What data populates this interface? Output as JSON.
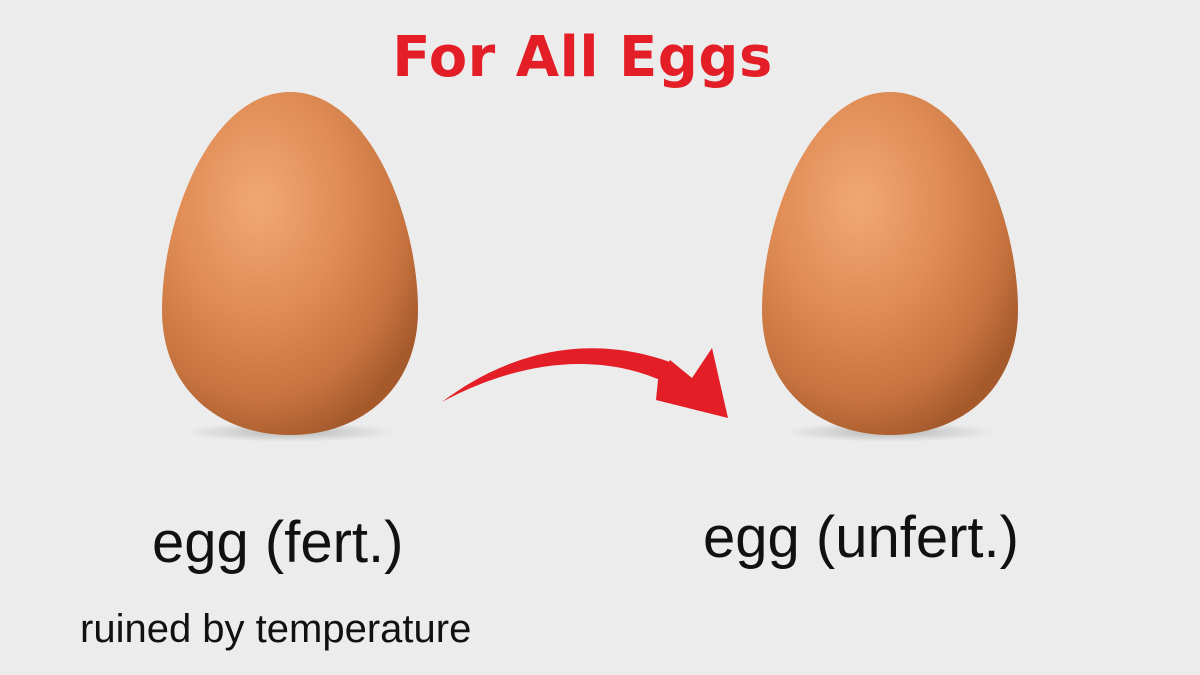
{
  "title": "For All Eggs",
  "colors": {
    "title": "#e41e26",
    "arrow": "#e41e26",
    "background": "#ececec",
    "egg": "#d8844a"
  },
  "left_egg": {
    "label": "egg (fert.)",
    "note": "ruined by temperature",
    "icon": "egg-icon"
  },
  "right_egg": {
    "label": "egg (unfert.)",
    "icon": "egg-icon"
  },
  "arrow": {
    "icon": "curved-arrow-icon",
    "direction": "left-to-right"
  }
}
